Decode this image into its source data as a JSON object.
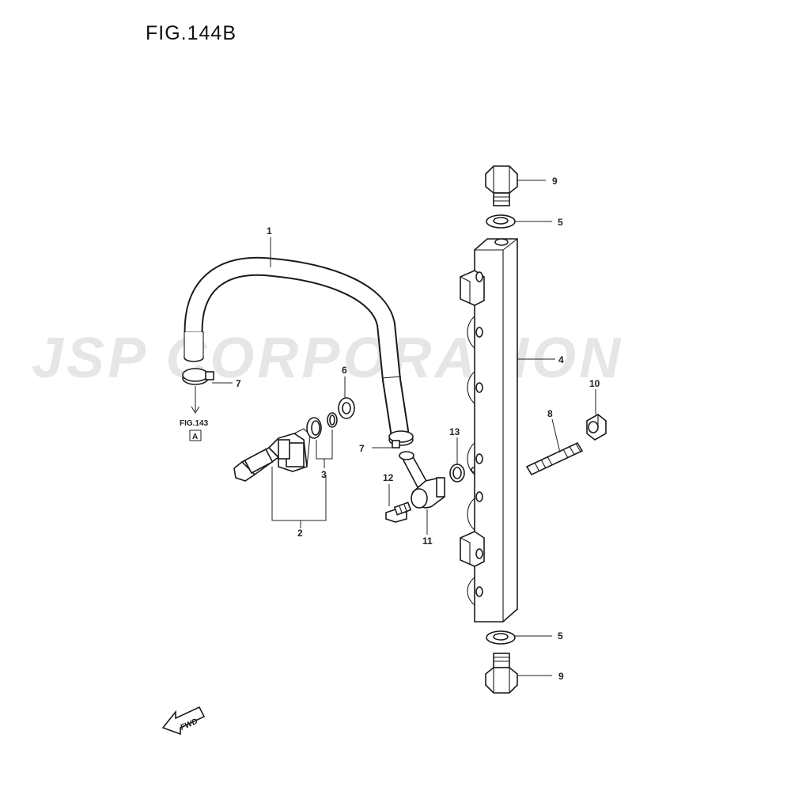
{
  "figure": {
    "title": "FIG.144B",
    "watermark": "JSP CORPORATION"
  },
  "callouts": {
    "c1": "1",
    "c2": "2",
    "c3": "3",
    "c4": "4",
    "c5_top": "5",
    "c5_bottom": "5",
    "c6": "6",
    "c7_left": "7",
    "c7_mid": "7",
    "c8": "8",
    "c9_top": "9",
    "c9_bottom": "9",
    "c10": "10",
    "c11": "11",
    "c12": "12",
    "c13": "13"
  },
  "reference": {
    "label": "FIG.143",
    "box": "A"
  },
  "fwd_label": "FWD",
  "colors": {
    "line": "#1a1a1a",
    "watermark": "#d2d2d2"
  }
}
